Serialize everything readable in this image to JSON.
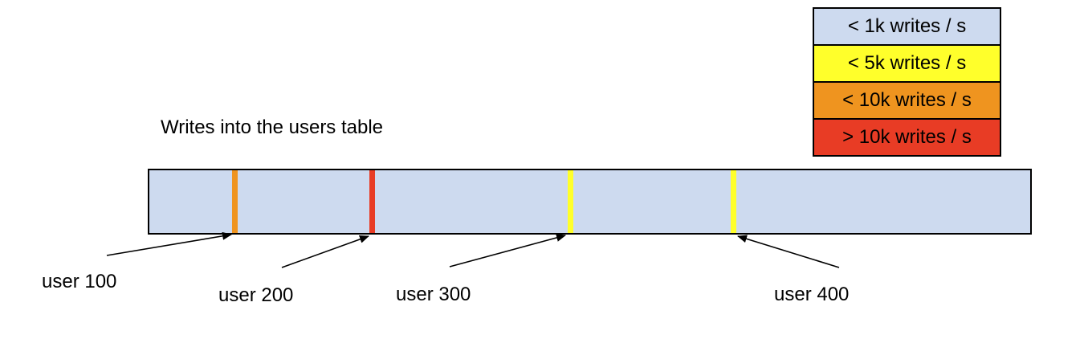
{
  "title": "Writes into the users table",
  "legend": {
    "items": [
      {
        "label": "< 1k writes / s",
        "color": "#cddaef"
      },
      {
        "label": "< 5k writes / s",
        "color": "#ffff2b"
      },
      {
        "label": "< 10k writes / s",
        "color": "#ef941f"
      },
      {
        "label": "> 10k writes / s",
        "color": "#e83c25"
      }
    ]
  },
  "bar": {
    "fill": "#cddaef",
    "baseline_rate": "< 1k writes / s"
  },
  "markers": [
    {
      "label": "user 100",
      "rate": "< 10k writes / s",
      "color": "#ef941f"
    },
    {
      "label": "user 200",
      "rate": "> 10k writes / s",
      "color": "#e83c25"
    },
    {
      "label": "user 300",
      "rate": "< 5k writes / s",
      "color": "#ffff2b"
    },
    {
      "label": "user 400",
      "rate": "< 5k writes / s",
      "color": "#ffff2b"
    }
  ]
}
